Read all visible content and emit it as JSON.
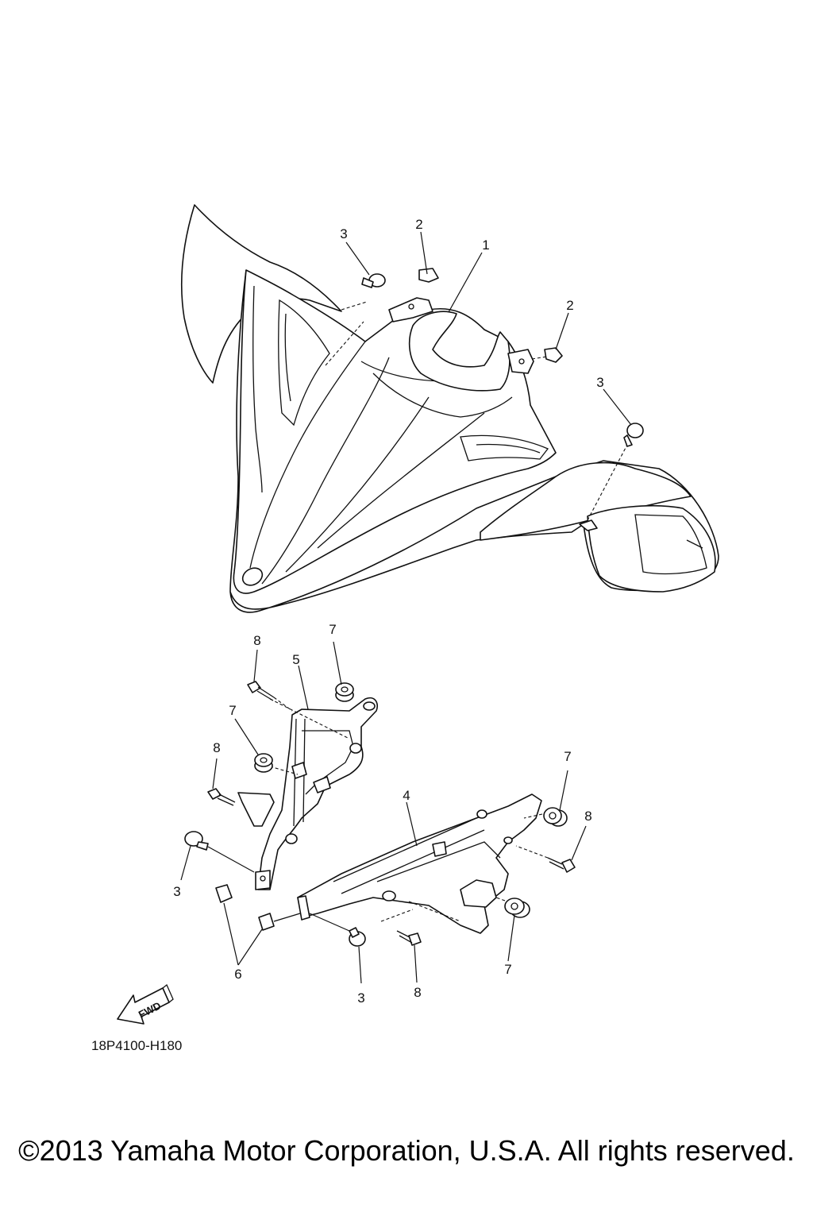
{
  "callouts": [
    {
      "id": "c1",
      "label": "1"
    },
    {
      "id": "c2a",
      "label": "2"
    },
    {
      "id": "c2b",
      "label": "2"
    },
    {
      "id": "c3a",
      "label": "3"
    },
    {
      "id": "c3b",
      "label": "3"
    },
    {
      "id": "c3c",
      "label": "3"
    },
    {
      "id": "c3d",
      "label": "3"
    },
    {
      "id": "c4",
      "label": "4"
    },
    {
      "id": "c5",
      "label": "5"
    },
    {
      "id": "c6",
      "label": "6"
    },
    {
      "id": "c7a",
      "label": "7"
    },
    {
      "id": "c7b",
      "label": "7"
    },
    {
      "id": "c7c",
      "label": "7"
    },
    {
      "id": "c7d",
      "label": "7"
    },
    {
      "id": "c8a",
      "label": "8"
    },
    {
      "id": "c8b",
      "label": "8"
    },
    {
      "id": "c8c",
      "label": "8"
    },
    {
      "id": "c8d",
      "label": "8"
    }
  ],
  "fwd_label": "FWD",
  "diagram_code": "18P4100-H180",
  "copyright": "©2013 Yamaha Motor Corporation, U.S.A. All rights reserved."
}
